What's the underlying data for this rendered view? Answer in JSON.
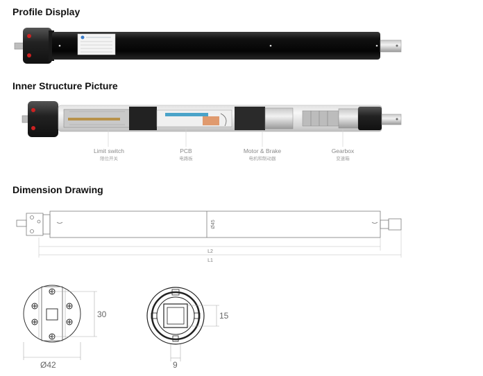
{
  "sections": {
    "profile": {
      "title": "Profile Display"
    },
    "inner": {
      "title": "Inner Structure Picture"
    },
    "dimension": {
      "title": "Dimension Drawing"
    }
  },
  "components": [
    {
      "label": "Limit switch",
      "label_cn": "限位开关"
    },
    {
      "label": "PCB",
      "label_cn": "电路板"
    },
    {
      "label": "Motor & Brake",
      "label_cn": "电机和制动器"
    },
    {
      "label": "Gearbox",
      "label_cn": "变速箱"
    }
  ],
  "dimensions": {
    "diameter_tube": "Ø45",
    "l2": "L2",
    "l1": "L1",
    "head_height": "30",
    "head_diameter": "Ø42",
    "shaft_size": "15",
    "slot_width": "9"
  },
  "colors": {
    "tube": "#0b0b0b",
    "line": "#888888",
    "accent_red": "#cc2222"
  }
}
